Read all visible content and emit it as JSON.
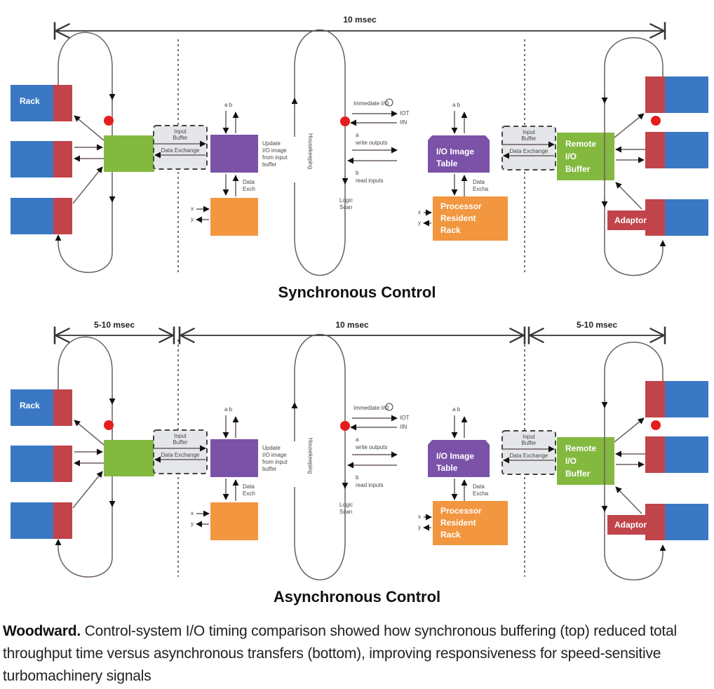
{
  "colors": {
    "rack_blue": "#3b78c4",
    "rack_red": "#c0444a",
    "buffer_green": "#84b940",
    "image_purple": "#7a52a8",
    "processor_orange": "#f29640",
    "marker_red": "#e41e1e",
    "buffer_gray": "#e4e6ea",
    "line": "#6b5f5c"
  },
  "panels": [
    {
      "id": "sync",
      "title": "Synchronous Control",
      "timing": [
        {
          "label": "10 msec"
        }
      ],
      "left": {
        "rack_label": "Rack"
      },
      "input_buffer": {
        "line1": "Input",
        "line2": "Buffer",
        "exchange": "Data Exchange"
      },
      "update": {
        "io": "a  b",
        "text": [
          "Update",
          "I/O image",
          "from input",
          "buffer"
        ],
        "exchange": [
          "Data",
          "Exch"
        ],
        "x": "x",
        "y": "y"
      },
      "housekeeping": "Housekeeping",
      "logic": {
        "immediate": "Immediate I/O",
        "iot": "IOT",
        "in": "IIN",
        "a": "a",
        "write": "write outputs",
        "b": "b",
        "read": "read inputs",
        "scan": [
          "Logic",
          "Scan"
        ]
      },
      "image_table": {
        "label": [
          "I/O Image",
          "Table"
        ],
        "io": "a  b",
        "exchange": [
          "Data",
          "Excha"
        ]
      },
      "processor": {
        "label": [
          "Processor",
          "Resident",
          "Rack"
        ],
        "x": "x",
        "y": "y"
      },
      "remote": {
        "label": [
          "Remote",
          "I/O",
          "Buffer"
        ],
        "adaptor": "Adaptor",
        "input_buffer": {
          "line1": "Input",
          "line2": "Buffer",
          "exchange": "Data Exchange"
        }
      }
    },
    {
      "id": "async",
      "title": "Asynchronous  Control",
      "timing": [
        {
          "label": "5-10 msec"
        },
        {
          "label": "10 msec"
        },
        {
          "label": "5-10 msec"
        }
      ],
      "left": {
        "rack_label": "Rack"
      },
      "input_buffer": {
        "line1": "Input",
        "line2": "Buffer",
        "exchange": "Data Exchange"
      },
      "update": {
        "io": "a  b",
        "text": [
          "Update",
          "I/O image",
          "from input",
          "buffer"
        ],
        "exchange": [
          "Data",
          "Exch"
        ],
        "x": "x",
        "y": "y"
      },
      "housekeeping": "Housekeeping",
      "logic": {
        "immediate": "Immediate I/O",
        "iot": "IOT",
        "in": "IIN",
        "a": "a",
        "write": "write outputs",
        "b": "b",
        "read": "read inputs",
        "scan": [
          "Logic",
          "Scan"
        ]
      },
      "image_table": {
        "label": [
          "I/O Image",
          "Table"
        ],
        "io": "a  b",
        "exchange": [
          "Data",
          "Excha"
        ]
      },
      "processor": {
        "label": [
          "Processor",
          "Resident",
          "Rack"
        ],
        "x": "x",
        "y": "y"
      },
      "remote": {
        "label": [
          "Remote",
          "I/O",
          "Buffer"
        ],
        "adaptor": "Adaptor",
        "input_buffer": {
          "line1": "Input",
          "line2": "Buffer",
          "exchange": "Data Exchange"
        }
      }
    }
  ],
  "caption": {
    "source": "Woodward.",
    "text": " Control-system I/O timing comparison showed how synchronous buffering (top) reduced total throughput time versus asynchronous transfers (bottom), improving responsiveness for speed-sensitive turbomachinery signals"
  }
}
